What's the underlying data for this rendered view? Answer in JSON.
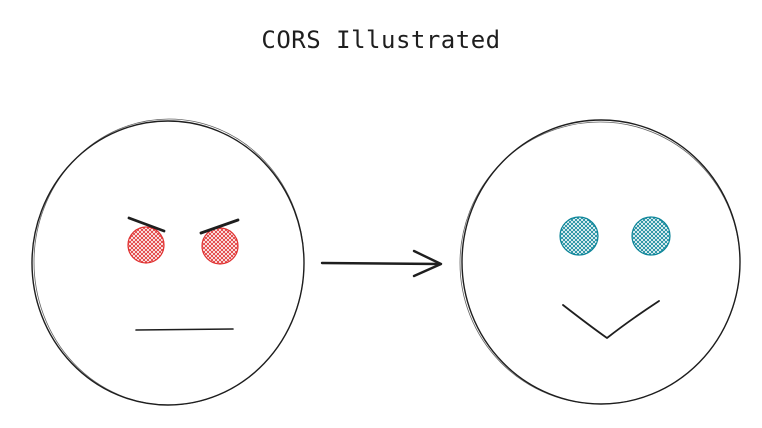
{
  "diagram": {
    "title": "CORS Illustrated",
    "faces": [
      {
        "mood": "angry",
        "eye_color": "#e03131",
        "mouth": "flat",
        "eyebrows": "angled"
      },
      {
        "mood": "happy",
        "eye_color": "#0c8599",
        "mouth": "smile",
        "eyebrows": "none"
      }
    ],
    "connector": {
      "type": "arrow",
      "direction": "right"
    },
    "colors": {
      "stroke": "#1e1e1e",
      "angry_eye": "#e03131",
      "happy_eye": "#0c8599",
      "background": "#ffffff"
    }
  }
}
